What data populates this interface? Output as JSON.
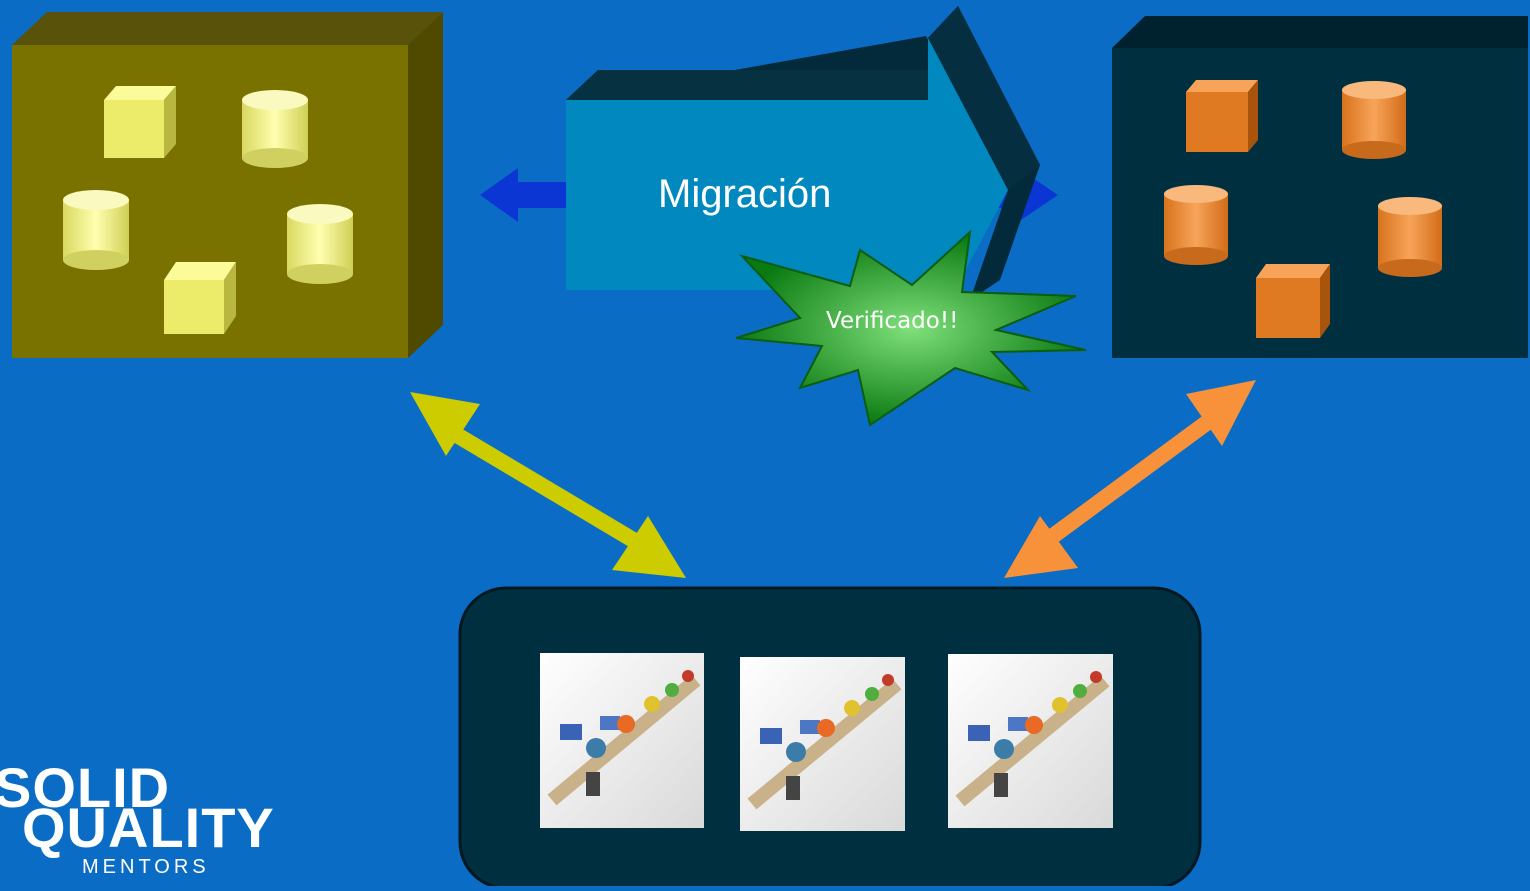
{
  "diagram": {
    "migration_label": "Migración",
    "verified_label": "Verificado!!",
    "source_server": {
      "contents": [
        "cube",
        "cylinder",
        "cylinder",
        "cylinder",
        "cube"
      ]
    },
    "target_server": {
      "contents": [
        "cube",
        "cylinder",
        "cylinder",
        "cylinder",
        "cube"
      ]
    },
    "clients": {
      "count": 3,
      "icon": "computer-users-icon"
    }
  },
  "logo": {
    "line1": "SOLID",
    "line2": "QUALITY",
    "line3": "MENTORS"
  },
  "colors": {
    "background": "#0a6cc4",
    "source_box": "#7a7200",
    "target_box": "#003040",
    "migration_arrow": "#0088bf",
    "yellow_arrow": "#cccc00",
    "orange_arrow": "#f7923a",
    "burst": "#129612"
  }
}
